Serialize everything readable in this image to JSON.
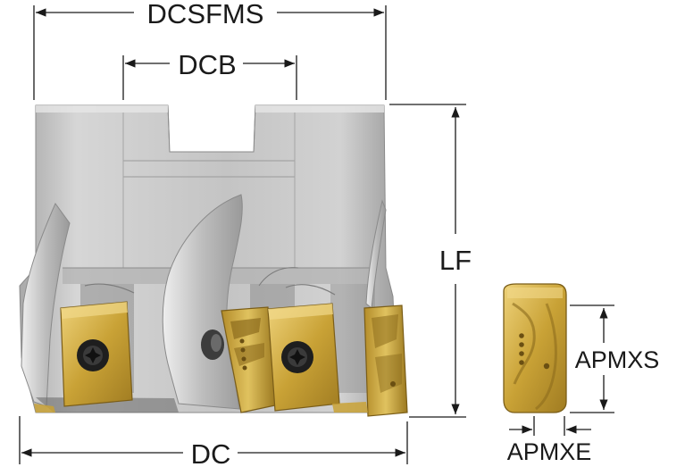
{
  "labels": {
    "dcsfms": "DCSFMS",
    "dcb": "DCB",
    "lf": "LF",
    "dc": "DC",
    "apmxs": "APMXS",
    "apmxe": "APMXE"
  },
  "colors": {
    "body_light": "#d8d8d8",
    "body_mid": "#b9b9b9",
    "body_dark": "#8f8f8f",
    "insert_gold": "#c9a236",
    "insert_light": "#e6c96a",
    "insert_dark": "#8a6a1c",
    "line": "#1a1a1a"
  },
  "icons": {
    "screw": "torx-screw-icon"
  }
}
